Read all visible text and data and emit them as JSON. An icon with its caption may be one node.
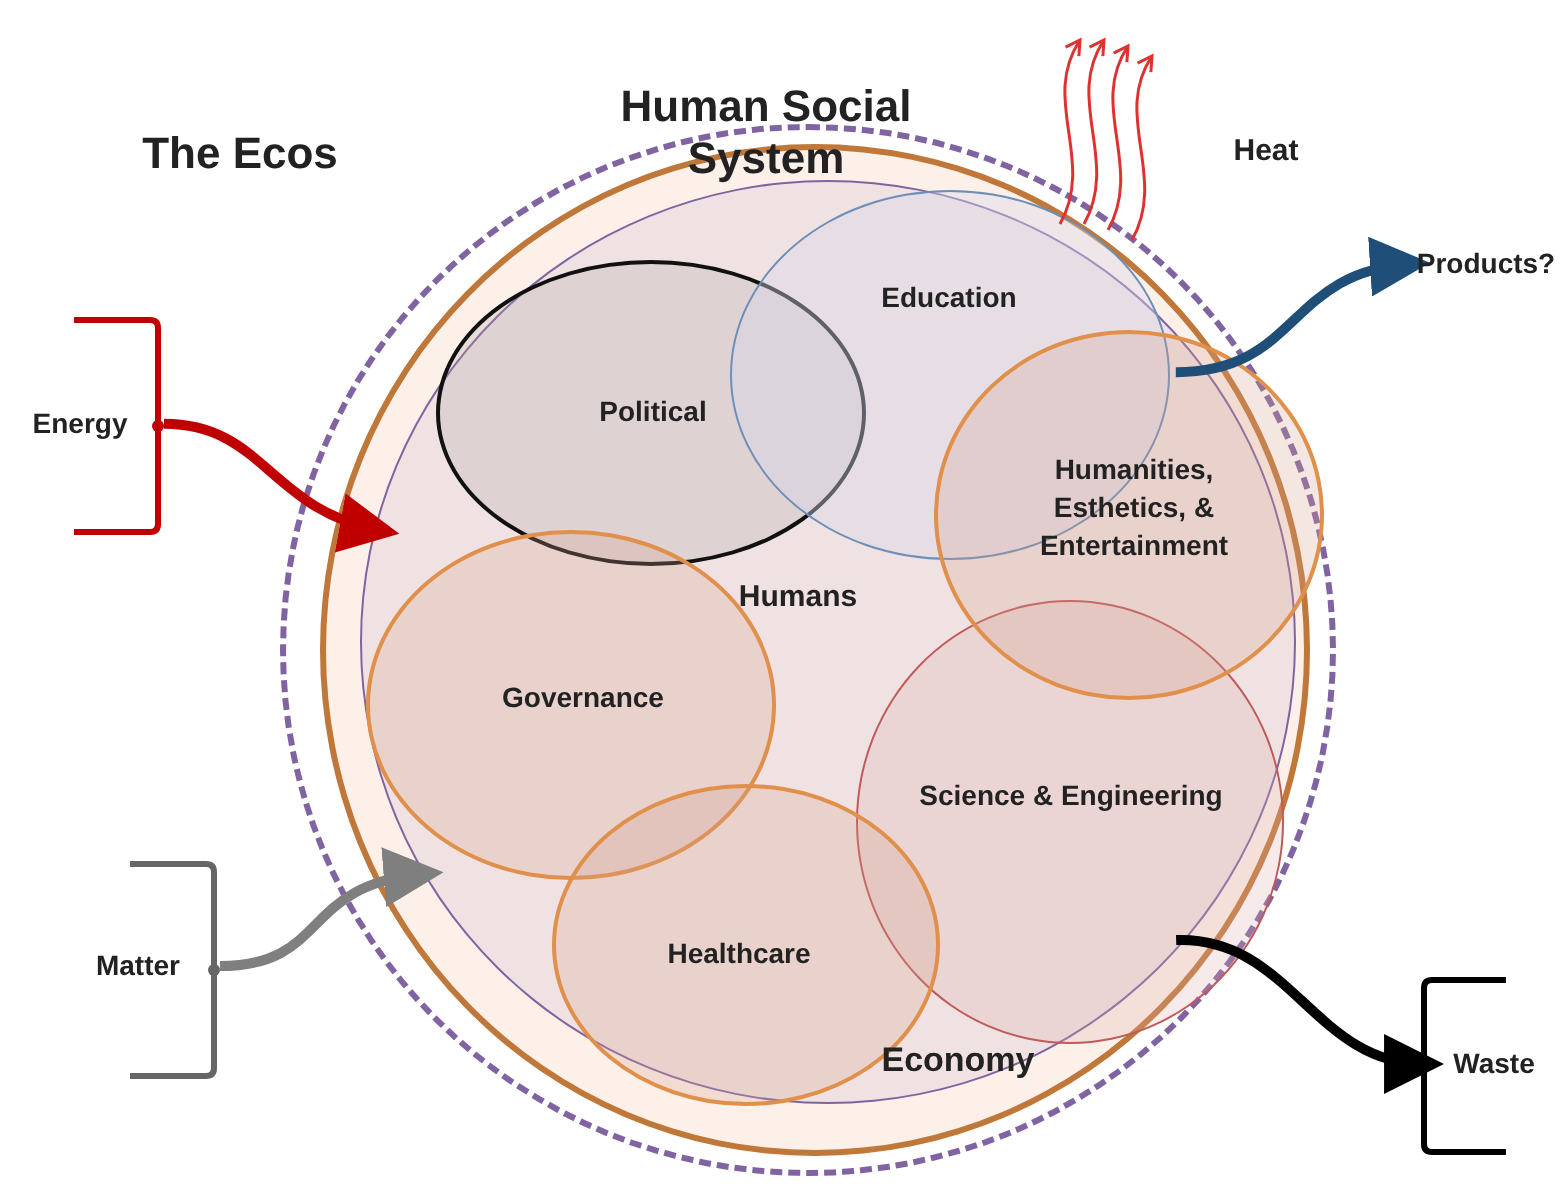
{
  "diagram": {
    "nodes": [
      {
        "text": [
          "Human Social System"
        ]
      },
      {
        "text": [],
        "shape": "circle",
        "in": 0
      },
      {
        "text": [
          "Humans",
          "Economy"
        ],
        "in": 1
      },
      {
        "text": [
          "Political"
        ],
        "in": 2
      },
      {
        "text": [
          "Education"
        ],
        "in": 2
      },
      {
        "text": [
          "Humanities, Esthetics, & Entertainment"
        ],
        "in": 1
      },
      {
        "text": [
          "Governance"
        ],
        "in": 2
      },
      {
        "text": [
          "Science & Engineering"
        ],
        "in": 2
      },
      {
        "text": [
          "Healthcare"
        ],
        "in": 2
      },
      {
        "text": [
          "Energy"
        ]
      },
      {
        "text": [
          "Matter"
        ]
      },
      {
        "text": [
          "Waste"
        ]
      },
      {
        "text": [
          "Products?"
        ]
      }
    ],
    "edges": [
      {
        "from": 9,
        "to": 2,
        "arrow": "to",
        "style": "thick",
        "color": "#c00000"
      },
      {
        "from": 10,
        "to": 2,
        "arrow": "to",
        "style": "thick",
        "color": "#7f7f7f"
      },
      {
        "from": 7,
        "to": 11,
        "arrow": "to",
        "style": "thick",
        "color": "#000000"
      },
      {
        "from": 5,
        "to": 12,
        "arrow": "to",
        "style": "thick",
        "color": "#1f4e79"
      },
      {
        "from": 4,
        "to": null,
        "arrow": "to",
        "color": "#e03030"
      },
      {
        "from": 4,
        "to": null,
        "arrow": "to",
        "color": "#e03030"
      },
      {
        "from": 4,
        "to": null,
        "arrow": "to",
        "color": "#e03030"
      },
      {
        "from": 4,
        "to": null,
        "arrow": "to",
        "color": "#e03030"
      }
    ],
    "labels": [
      "The Ecos",
      "Heat"
    ]
  }
}
